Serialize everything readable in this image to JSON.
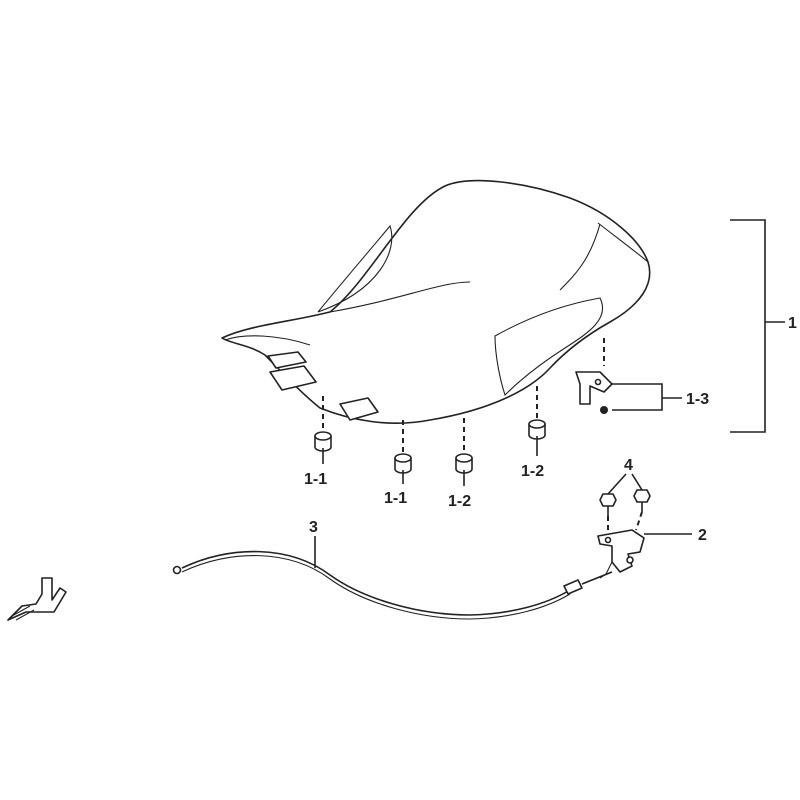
{
  "labels": {
    "seat_assy": "1",
    "cushion_a_left": "1-1",
    "cushion_a_right": "1-1",
    "cushion_b_left": "1-2",
    "cushion_b_right": "1-2",
    "latch_bracket": "1-3",
    "lock_bracket": "2",
    "cable": "3",
    "bolts": "4"
  }
}
